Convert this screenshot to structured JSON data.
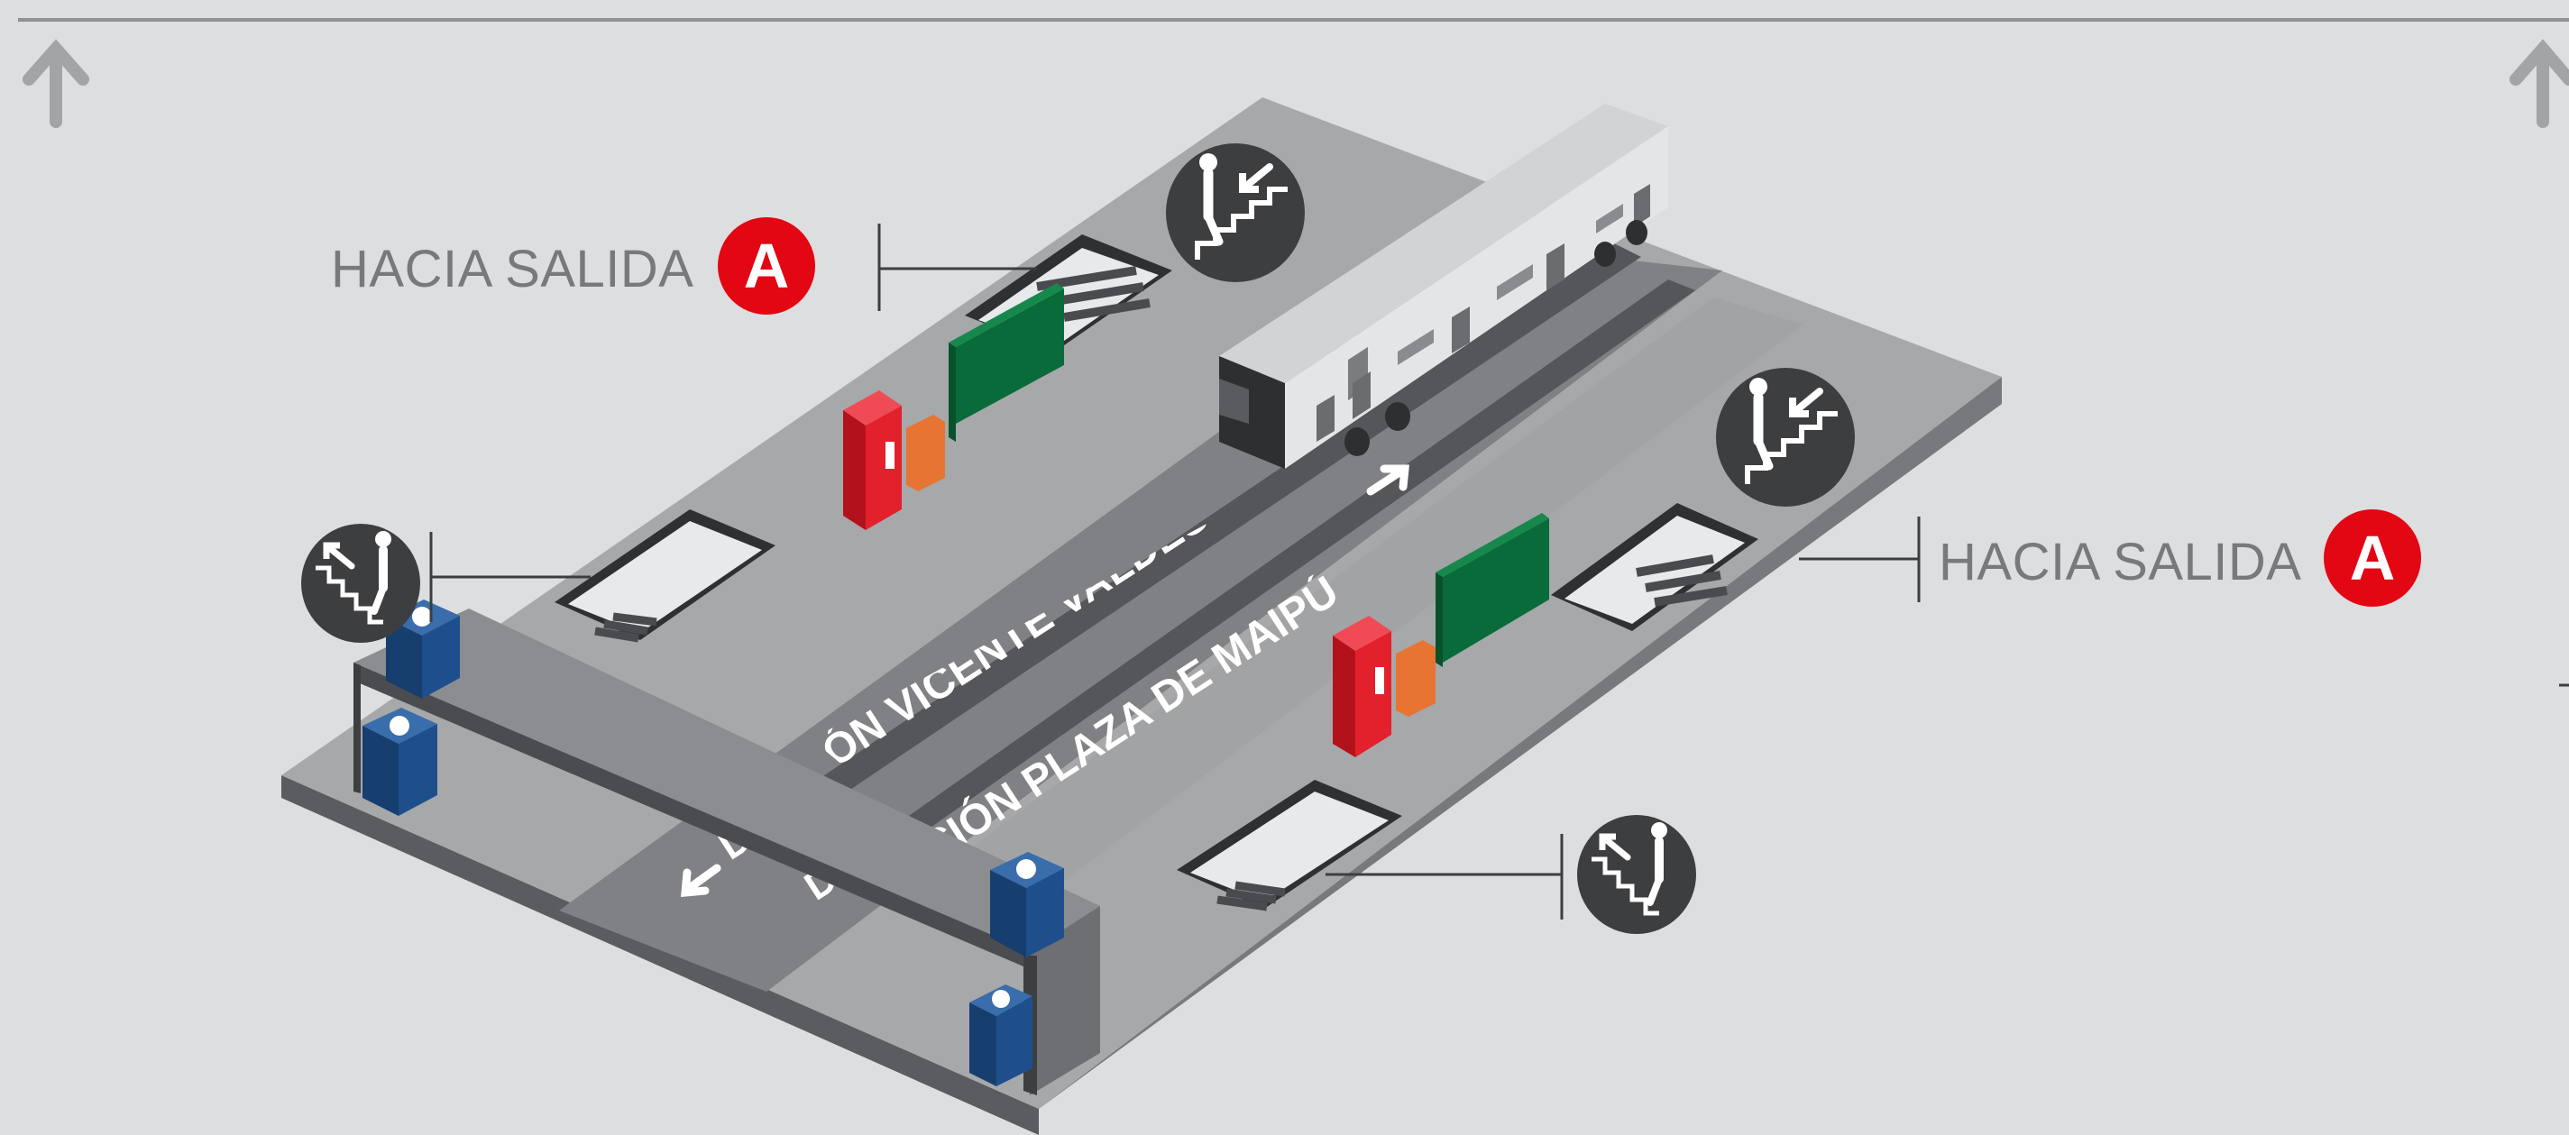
{
  "labels": {
    "exit_label_left": "HACIA SALIDA",
    "exit_letter_left": "A",
    "exit_label_right": "HACIA SALIDA",
    "exit_letter_right": "A",
    "platform_direction_1": "DIRECCIÓN VICENTE VALDÉS",
    "platform_direction_2": "DIRECCIÓN PLAZA DE MAIPÚ"
  },
  "icons": {
    "top_left_arrow": "up-arrow-icon",
    "top_right_arrow": "up-arrow-icon",
    "stairs_down": "stairs-down-person-icon",
    "stairs_up": "stairs-up-person-icon",
    "elevator": "wheelchair-elevator-icon",
    "fire_extinguisher": "fire-cabinet-icon",
    "bench": "green-bench-icon"
  },
  "colors": {
    "background": "#dddedf",
    "platform_top": "#a7a8aa",
    "platform_side": "#6e6f72",
    "track": "#808184",
    "exit_red": "#e30613",
    "bench_green": "#0a6b3a",
    "elevator_blue": "#1e4f8c",
    "icon_dark": "#3d3e40"
  }
}
